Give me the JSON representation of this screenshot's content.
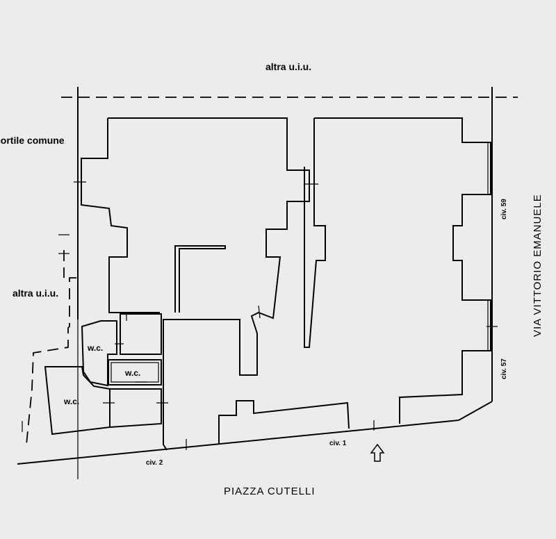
{
  "labels": {
    "north": "altra u.i.u.",
    "west_top": "cortile comune",
    "west_mid": "altra u.i.u.",
    "wc_1": "w.c.",
    "wc_2": "w.c.",
    "wc_3": "w.c.",
    "civ_59": "civ. 59",
    "civ_57": "civ. 57",
    "civ_1": "civ. 1",
    "civ_2": "civ. 2",
    "street_east": "VIA VITTORIO EMANUELE",
    "street_south": "PIAZZA CUTELLI"
  }
}
